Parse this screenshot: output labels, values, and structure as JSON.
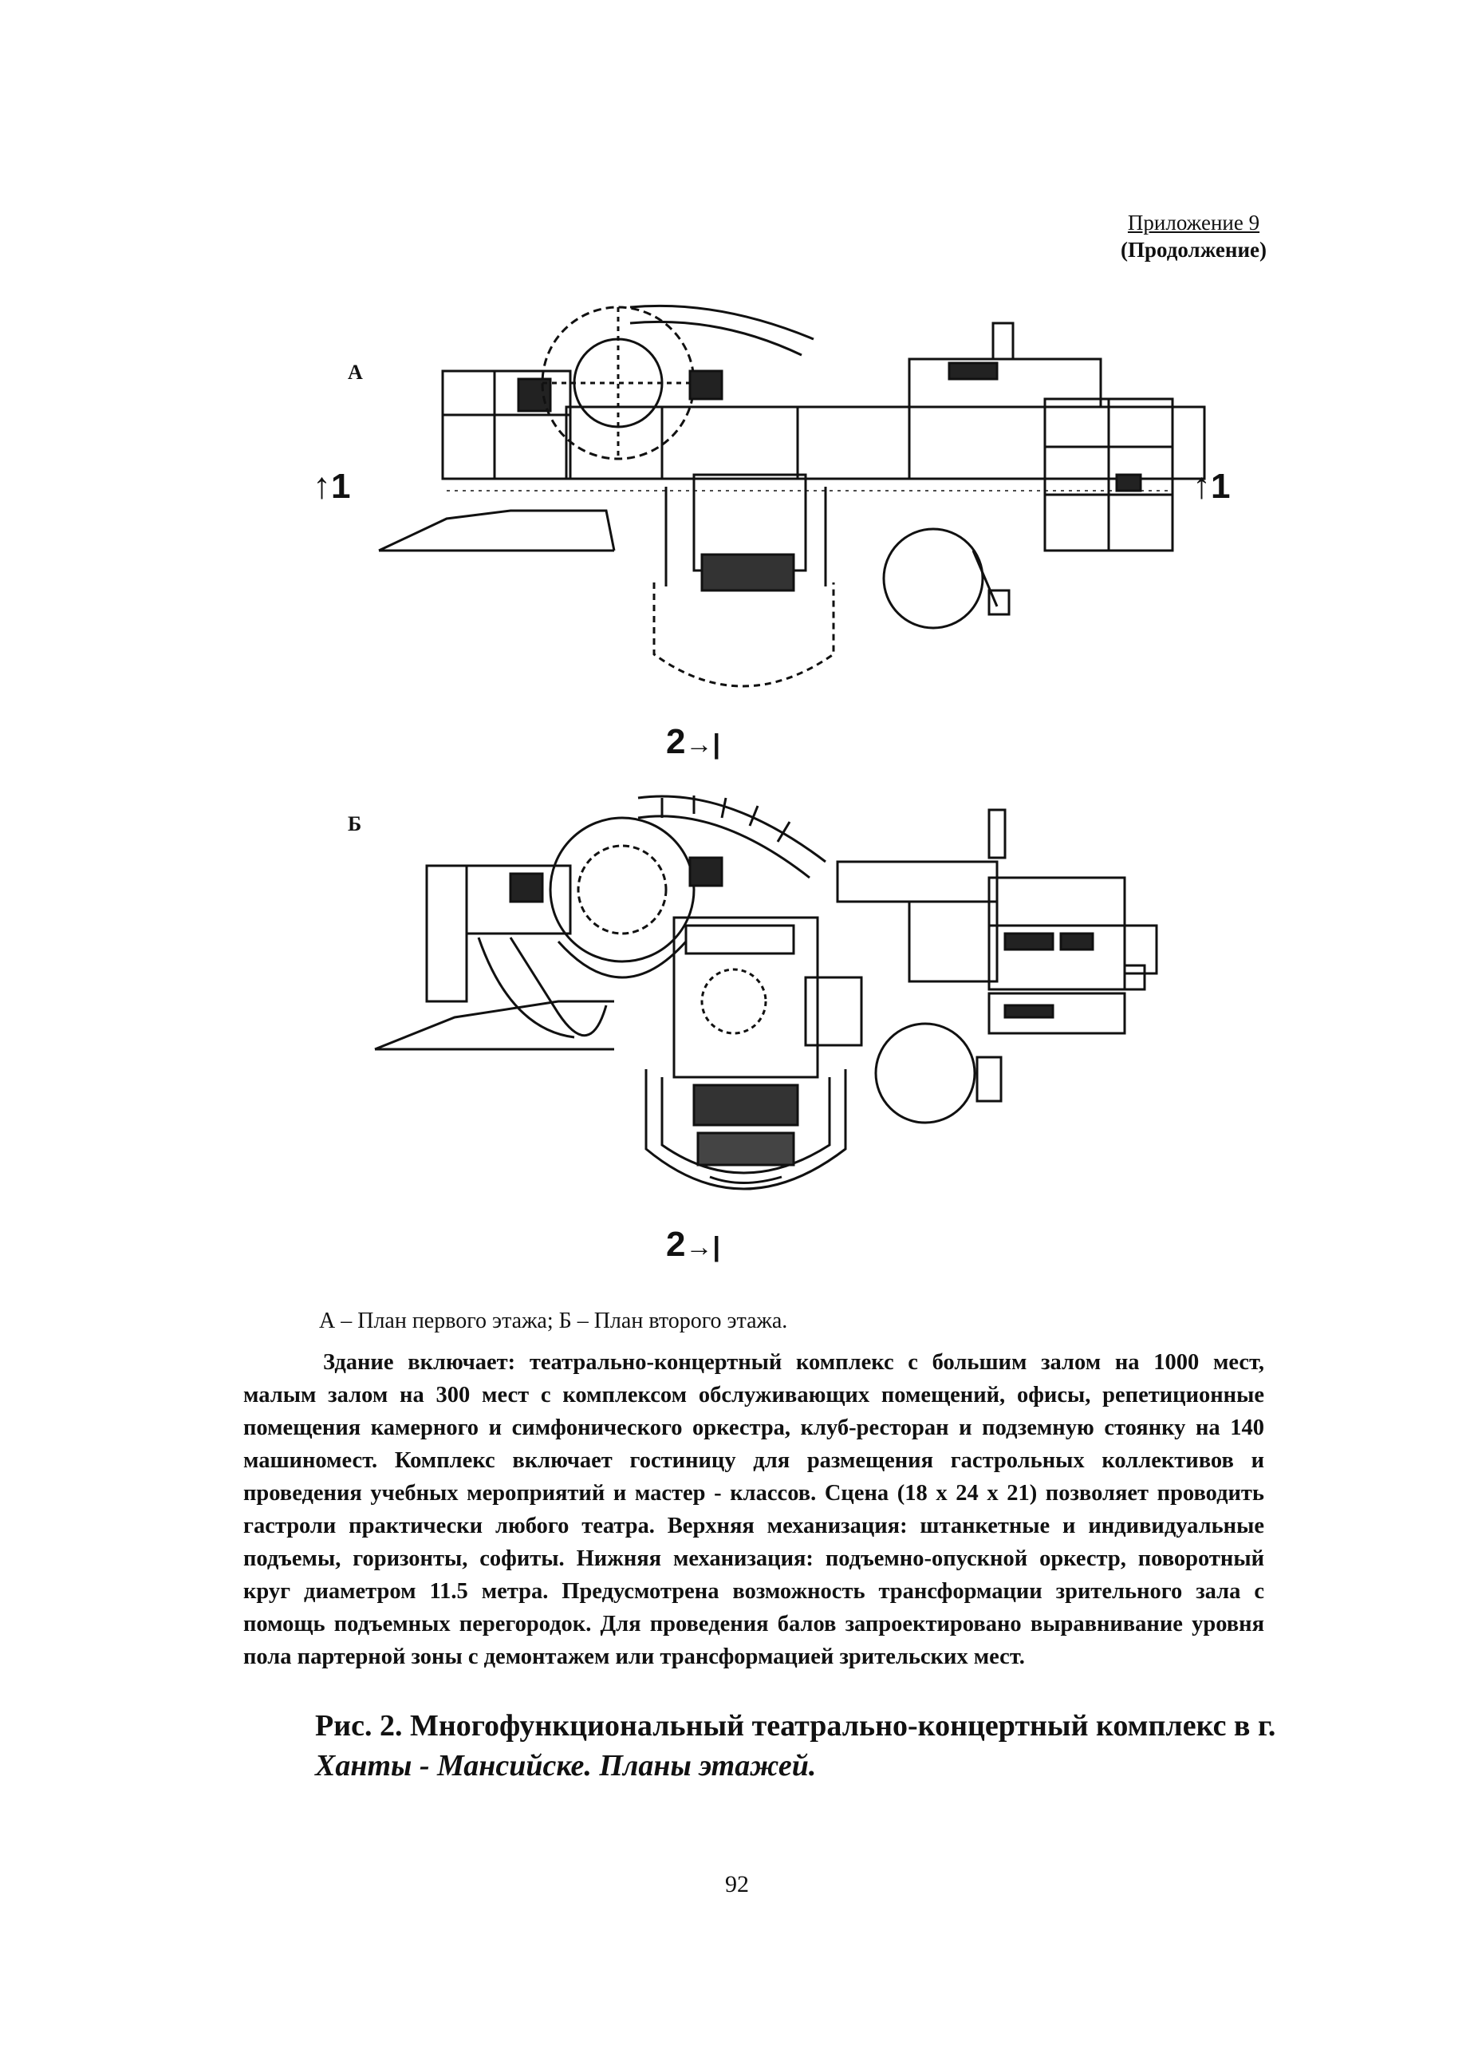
{
  "header": {
    "appendix_title": "Приложение 9",
    "appendix_note": "(Продолжение)"
  },
  "plans": {
    "plan_a_label": "А",
    "plan_b_label": "Б",
    "section_1_label": "1",
    "section_2_label": "2"
  },
  "caption": "А – План первого этажа; Б – План второго этажа.",
  "body_text": "Здание включает: театрально-концертный комплекс с большим залом на 1000 мест, малым залом на 300 мест с комплексом обслуживающих помещений, офисы, репетиционные помещения камерного и симфонического оркестра, клуб-ресторан и подземную стоянку на 140 машиномест. Комплекс включает гостиницу для размещения гастрольных коллективов и проведения учебных мероприятий и мастер - классов. Сцена (18 х 24 х 21) позволяет проводить гастроли практически любого театра. Верхняя механизация: штанкетные и индивидуальные подъемы, горизонты, софиты. Нижняя механизация: подъемно-опускной оркестр, поворотный круг диаметром 11.5 метра. Предусмотрена возможность трансформации зрительного зала с помощь подъемных перегородок. Для проведения балов запроектировано выравнивание уровня пола партерной зоны с демонтажем или трансформацией зрительских мест.",
  "figure_caption": {
    "line1": "Рис. 2. Многофункциональный театрально-концертный комплекс в г.",
    "line2": "Ханты - Мансийске. Планы этажей."
  },
  "page_number": "92"
}
